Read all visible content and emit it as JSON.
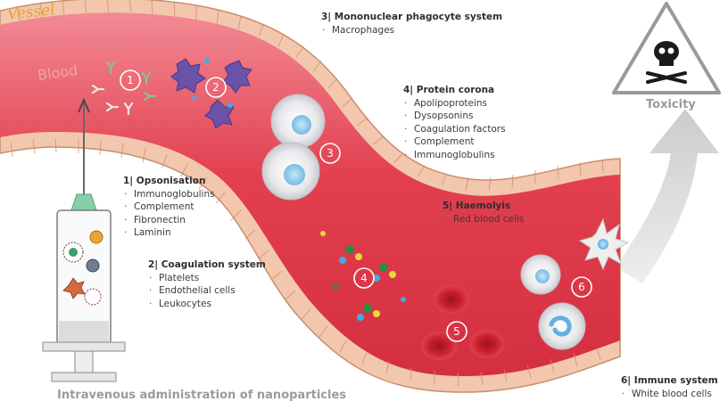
{
  "vessel_label": "Vessel",
  "blood_label": "Blood",
  "toxicity_label": "Toxicity",
  "footer": "Intravenous administration of nanoparticles",
  "markers": [
    "1",
    "2",
    "3",
    "4",
    "5",
    "6"
  ],
  "sections": {
    "opsonisation": {
      "title": "1| Opsonisation",
      "items": [
        "Immunoglobulins",
        "Complement",
        "Fibronectin",
        "Laminin"
      ]
    },
    "coagulation": {
      "title": "2| Coagulation system",
      "items": [
        "Platelets",
        "Endothelial cells",
        "Leukocytes"
      ]
    },
    "mononuclear": {
      "title": "3| Mononuclear phagocyte system",
      "items": [
        "Macrophages"
      ]
    },
    "protein_corona": {
      "title": "4| Protein corona",
      "items": [
        "Apolipoproteins",
        "Dysopsonins",
        "Coagulation factors",
        "Complement",
        "Immunoglobulins"
      ]
    },
    "haemolysis": {
      "title": "5| Haemolyis",
      "items": [
        "Red blood cells"
      ]
    },
    "immune": {
      "title": "6| Immune system",
      "items": [
        "White blood cells"
      ]
    }
  },
  "colors": {
    "blood": "#e03a4a",
    "blood_light": "#f07a86",
    "vessel_wall": "#f6d4bd",
    "vessel_wall_stroke": "#c98e6e",
    "red_cell": "#c81f2c",
    "macrophage": "#6a52a8",
    "arrow": "#d0d0d0",
    "accent_title": "#e8a033"
  },
  "icons": [
    "skull-crossbones-icon",
    "syringe-icon",
    "upward-arrow-icon"
  ]
}
